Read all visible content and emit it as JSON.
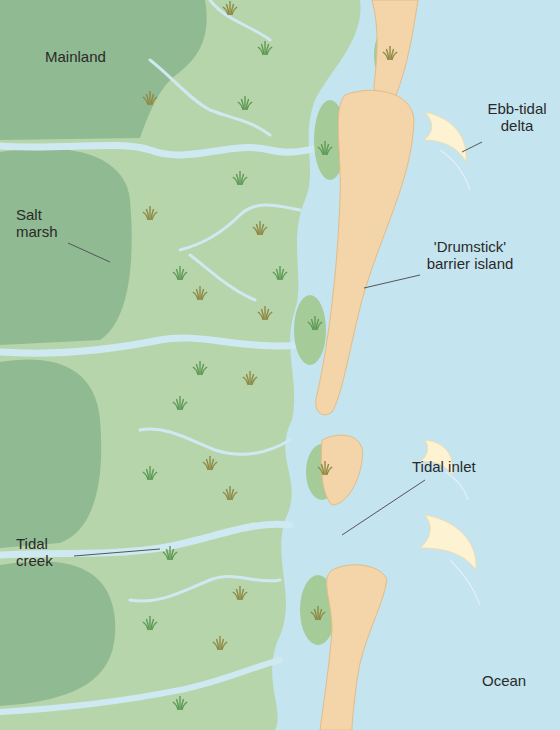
{
  "diagram": {
    "labels": [
      "Mainland",
      "Salt marsh",
      "Ebb-tidal delta",
      "'Drumstick' barrier island",
      "Tidal inlet",
      "Tidal creek",
      "Ocean"
    ]
  }
}
